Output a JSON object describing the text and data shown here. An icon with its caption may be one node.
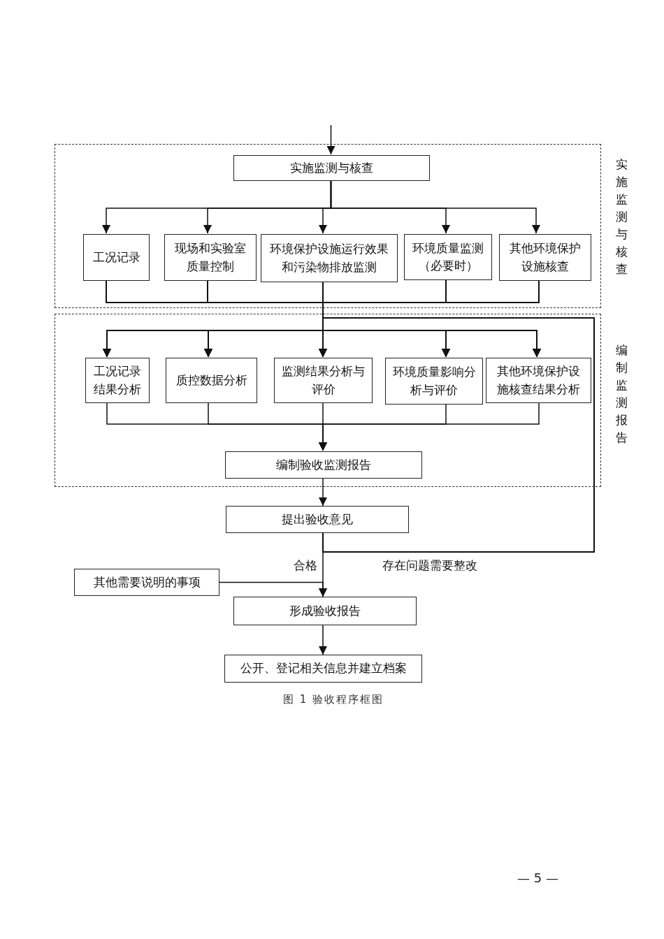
{
  "diagram": {
    "caption": "图 1  验收程序框图",
    "nodes": [
      {
        "text": [
          "实施监测与核查"
        ]
      },
      {
        "text": [
          "实施监测与核查"
        ],
        "in": 0
      },
      {
        "text": [
          "工况记录"
        ],
        "in": 0
      },
      {
        "text": [
          "现场和实验室质量控制"
        ],
        "in": 0
      },
      {
        "text": [
          "环境保护设施运行效果和污染物排放监测"
        ],
        "in": 0
      },
      {
        "text": [
          "环境质量监测（必要时）"
        ],
        "in": 0
      },
      {
        "text": [
          "其他环境保护设施核查"
        ],
        "in": 0
      },
      {
        "text": [
          "编制监测报告"
        ]
      },
      {
        "text": [
          "工况记录结果分析"
        ],
        "in": 7
      },
      {
        "text": [
          "质控数据分析"
        ],
        "in": 7
      },
      {
        "text": [
          "监测结果分析与评价"
        ],
        "in": 7
      },
      {
        "text": [
          "环境质量影响分析与评价"
        ],
        "in": 7
      },
      {
        "text": [
          "其他环境保护设施核查结果分析"
        ],
        "in": 7
      },
      {
        "text": [
          "编制验收监测报告"
        ],
        "in": 7
      },
      {
        "text": [
          "提出验收意见"
        ]
      },
      {
        "text": [
          "其他需要说明的事项"
        ]
      },
      {
        "text": [
          "形成验收报告"
        ]
      },
      {
        "text": [
          "公开、登记相关信息并建立档案"
        ]
      }
    ],
    "edges": [
      {
        "from": null,
        "to": 1,
        "arrow": "to"
      },
      {
        "from": 1,
        "to": 2,
        "arrow": "to"
      },
      {
        "from": 1,
        "to": 3,
        "arrow": "to"
      },
      {
        "from": 1,
        "to": 4,
        "arrow": "to"
      },
      {
        "from": 1,
        "to": 5,
        "arrow": "to"
      },
      {
        "from": 1,
        "to": 6,
        "arrow": "to"
      },
      {
        "from": 2,
        "to": 8,
        "arrow": "to"
      },
      {
        "from": 2,
        "to": 9,
        "arrow": "to"
      },
      {
        "from": 2,
        "to": 10,
        "arrow": "to"
      },
      {
        "from": 2,
        "to": 11,
        "arrow": "to"
      },
      {
        "from": 2,
        "to": 12,
        "arrow": "to"
      },
      {
        "from": 3,
        "to": 8,
        "arrow": "to"
      },
      {
        "from": 3,
        "to": 9,
        "arrow": "to"
      },
      {
        "from": 3,
        "to": 10,
        "arrow": "to"
      },
      {
        "from": 3,
        "to": 11,
        "arrow": "to"
      },
      {
        "from": 3,
        "to": 12,
        "arrow": "to"
      },
      {
        "from": 4,
        "to": 8,
        "arrow": "to"
      },
      {
        "from": 4,
        "to": 9,
        "arrow": "to"
      },
      {
        "from": 4,
        "to": 10,
        "arrow": "to"
      },
      {
        "from": 4,
        "to": 11,
        "arrow": "to"
      },
      {
        "from": 4,
        "to": 12,
        "arrow": "to"
      },
      {
        "from": 5,
        "to": 8,
        "arrow": "to"
      },
      {
        "from": 5,
        "to": 9,
        "arrow": "to"
      },
      {
        "from": 5,
        "to": 10,
        "arrow": "to"
      },
      {
        "from": 5,
        "to": 11,
        "arrow": "to"
      },
      {
        "from": 5,
        "to": 12,
        "arrow": "to"
      },
      {
        "from": 6,
        "to": 8,
        "arrow": "to"
      },
      {
        "from": 6,
        "to": 9,
        "arrow": "to"
      },
      {
        "from": 6,
        "to": 10,
        "arrow": "to"
      },
      {
        "from": 6,
        "to": 11,
        "arrow": "to"
      },
      {
        "from": 6,
        "to": 12,
        "arrow": "to"
      },
      {
        "from": 8,
        "to": 13,
        "arrow": "to"
      },
      {
        "from": 9,
        "to": 13,
        "arrow": "to"
      },
      {
        "from": 10,
        "to": 13,
        "arrow": "to"
      },
      {
        "from": 11,
        "to": 13,
        "arrow": "to"
      },
      {
        "from": 12,
        "to": 13,
        "arrow": "to"
      },
      {
        "from": 13,
        "to": 14,
        "arrow": "to"
      },
      {
        "from": 14,
        "to": 16,
        "arrow": "to",
        "label": "合格"
      },
      {
        "from": 14,
        "to": 8,
        "arrow": "to",
        "label": "存在问题需要整改"
      },
      {
        "from": 14,
        "to": 9,
        "arrow": "to"
      },
      {
        "from": 14,
        "to": 10,
        "arrow": "to"
      },
      {
        "from": 14,
        "to": 11,
        "arrow": "to"
      },
      {
        "from": 14,
        "to": 12,
        "arrow": "to"
      },
      {
        "from": 15,
        "to": 16,
        "arrow": "to"
      },
      {
        "from": 16,
        "to": 17,
        "arrow": "to"
      }
    ],
    "labels": [
      "— 5 —"
    ]
  }
}
